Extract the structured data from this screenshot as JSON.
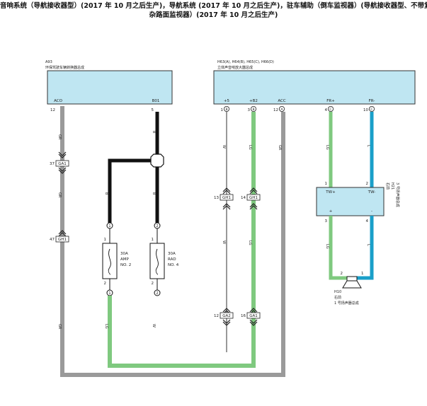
{
  "title": {
    "line1": "音响系统（导航接收器型）(2017 年 10 月之后生产)，导航系统 (2017 年 10 月之后生产)，驻车辅助（倒车监视器）(导航接收器型、不带复",
    "line2": "杂路面监视器）(2017 年 10 月之后生产)"
  },
  "components": {
    "a93": {
      "code": "A93",
      "name": "环保驾驶车辆转换器总成",
      "pin_names": {
        "aco": "ACO",
        "b01": "B01"
      },
      "pin_numbers": {
        "aco": "12",
        "b01": "5"
      }
    },
    "amp": {
      "code": "H63(A), H64(B), H65(C), H66(D)",
      "name": "立体声音响放大器总成",
      "pin_names": {
        "p5": "+5",
        "pb2": "+B2",
        "acc": "ACC",
        "frp": "FR+",
        "frm": "FR-"
      },
      "pin_numbers": {
        "p5": "1",
        "pb2": "3",
        "acc": "12",
        "frp": "4",
        "frm": "10"
      },
      "pin_letters": {
        "p5": "B",
        "pb2": "B",
        "acc": "A",
        "frp": "C",
        "frm": "C"
      }
    },
    "h21": {
      "code": "H21",
      "name": "3 号扬声器总成",
      "side": "右前",
      "pin_names": {
        "twp": "TW+",
        "twm": "TW-"
      },
      "signs": {
        "plus": "+",
        "minus": "-"
      },
      "pin_numbers": {
        "in1": "1",
        "in2": "2",
        "out3": "3",
        "out4": "4"
      }
    },
    "h10": {
      "code": "H10",
      "side": "右前",
      "name": "1 号扬声器总成",
      "pin_numbers": {
        "p2": "2",
        "p1": "1"
      }
    }
  },
  "fuses": {
    "amp": {
      "rating": "30A",
      "name_line1": "AMP",
      "name_line2": "NO. 2",
      "top_pin": "1",
      "bottom_pin": "2"
    },
    "rad": {
      "rating": "30A",
      "name_line1": "RAD",
      "name_line2": "NO. 4",
      "top_pin": "1",
      "bottom_pin": "2"
    }
  },
  "junctions": {
    "j_amp_top": "1",
    "j_amp_bot": "1",
    "j_rad_top": "2",
    "j_rad_bot": "2"
  },
  "connectors": {
    "ga1_left": {
      "label": "GA1",
      "pin": "37"
    },
    "gh1_left": {
      "label": "GH1",
      "pin": "47"
    },
    "gh1_a": {
      "label": "GH1",
      "pin": "13"
    },
    "gh1_b": {
      "label": "GH1",
      "pin": "14"
    },
    "ga2": {
      "label": "GA2",
      "pin": "12"
    },
    "ga1_right": {
      "label": "GA1",
      "pin": "16"
    }
  },
  "wire_colors": {
    "gr_a": "GR",
    "gr_b": "GR",
    "gr_c": "GR",
    "gr_d": "GR",
    "b_main": "B",
    "b_amp": "B",
    "b_rad": "B",
    "lg_fuse": "LG",
    "lg_amp1": "LG",
    "lg_amp2": "LG",
    "lg_spk1": "LG",
    "lg_spk2": "LG",
    "l_spk1": "L",
    "l_spk2": "L",
    "w_a": "W",
    "w_b": "W",
    "w_c": "W"
  },
  "colors": {
    "gray": "#9a9a9a",
    "black": "#111111",
    "green": "#7fc97f",
    "blue": "#1a9fc9",
    "box_fill": "#bfe6f2",
    "thin": "#333333"
  }
}
